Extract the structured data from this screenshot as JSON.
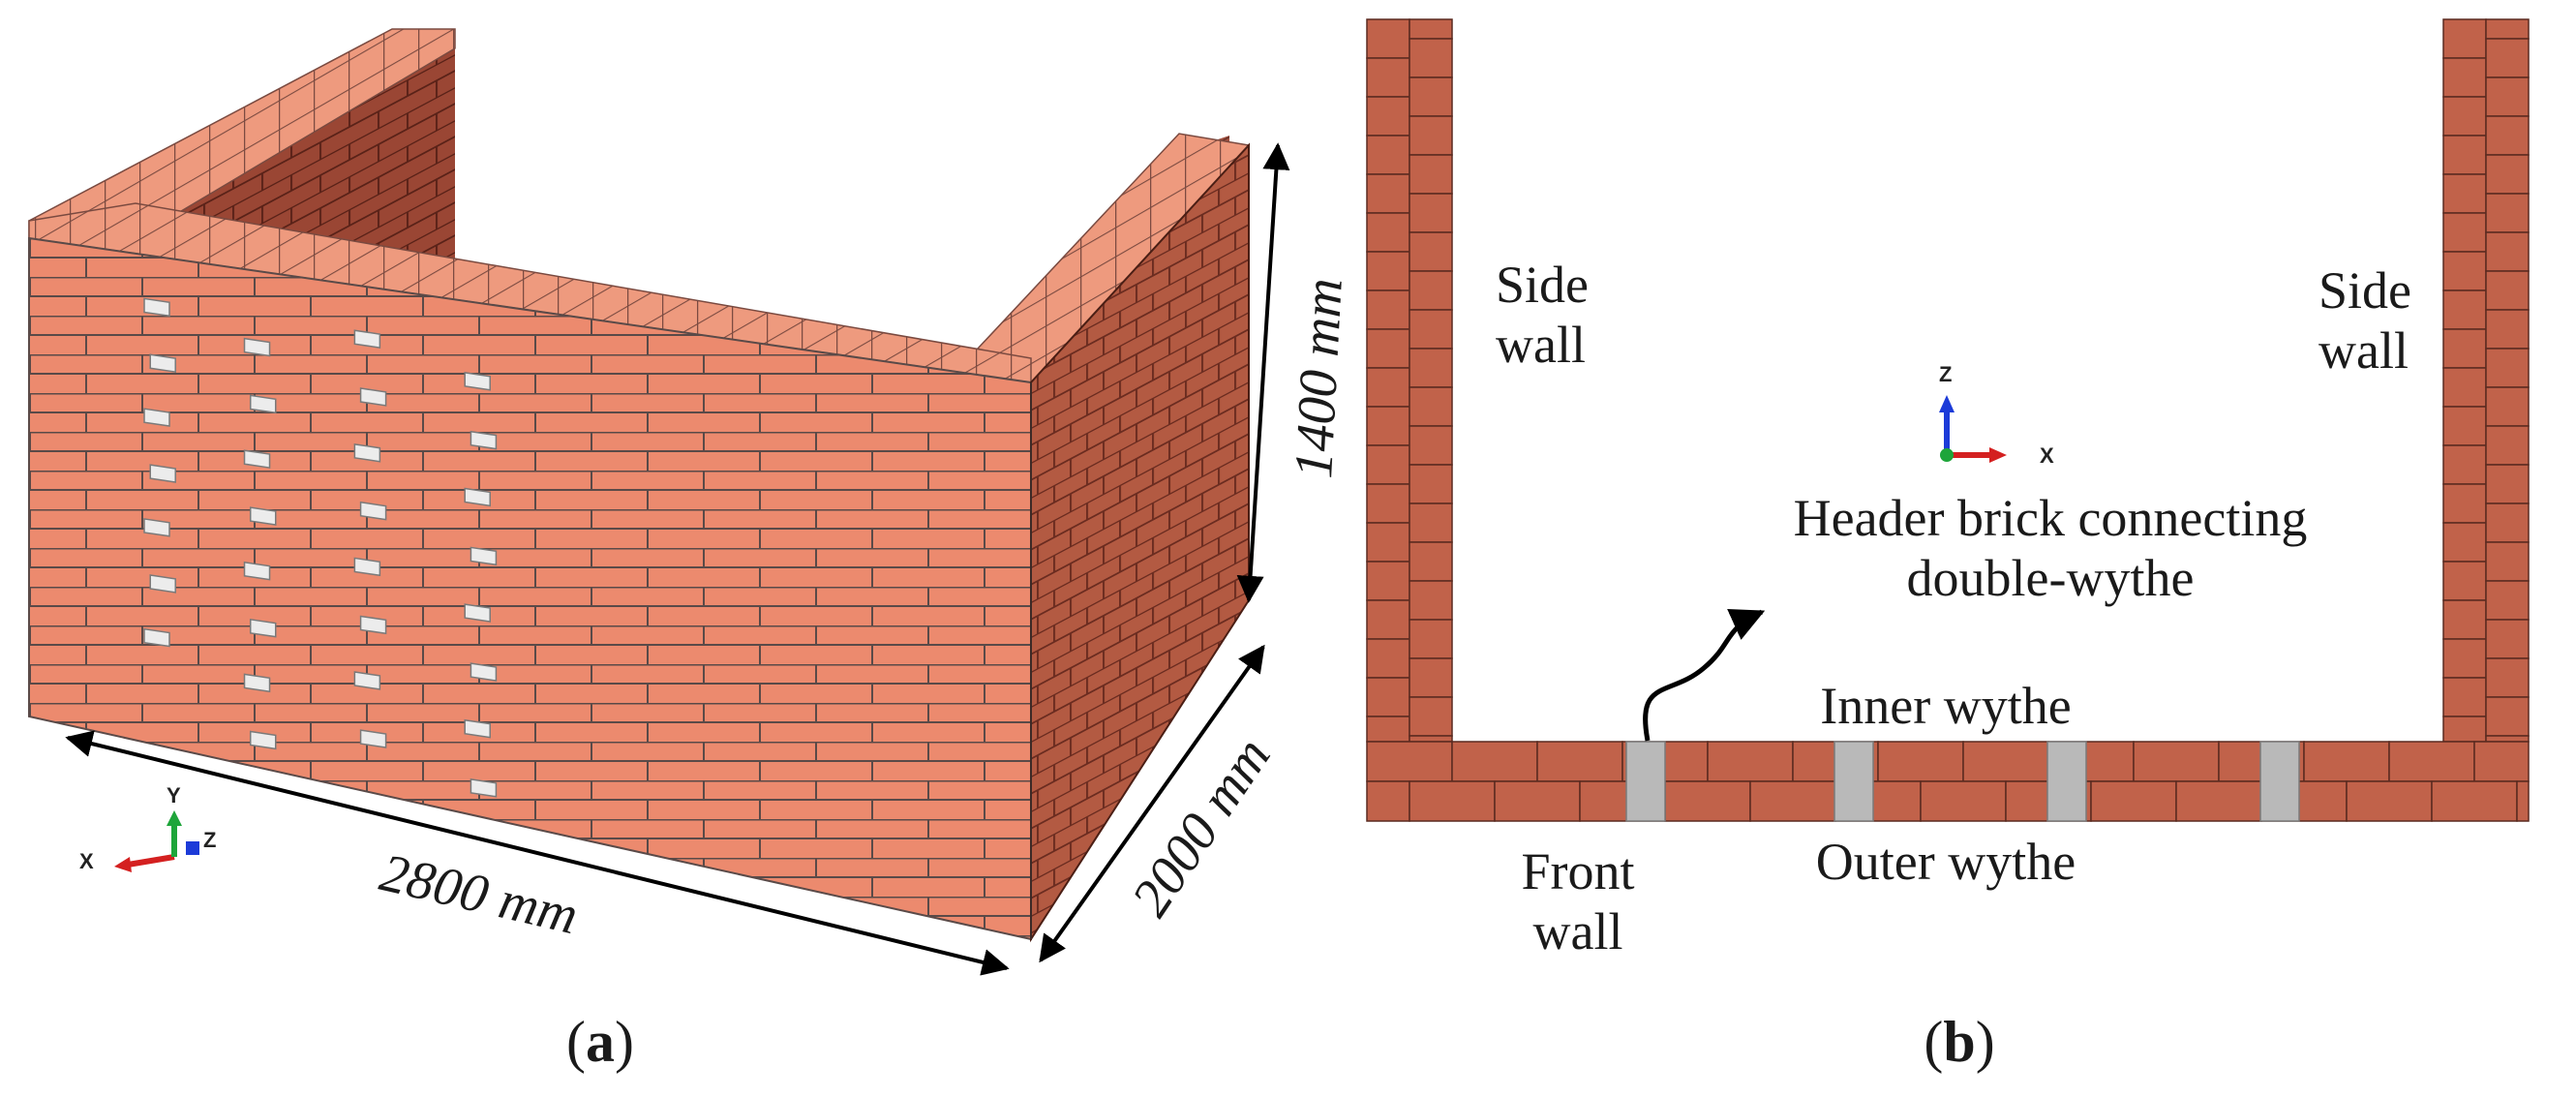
{
  "panel_a": {
    "caption_open": "(",
    "caption_letter": "a",
    "caption_close": ")",
    "dim_width": "2800 mm",
    "dim_depth": "2000 mm",
    "dim_height": "1400 mm",
    "axis_x": "X",
    "axis_y": "Y",
    "axis_z": "Z"
  },
  "panel_b": {
    "caption_open": "(",
    "caption_letter": "b",
    "caption_close": ")",
    "side_wall_left": [
      "Side",
      "wall"
    ],
    "side_wall_right": [
      "Side",
      "wall"
    ],
    "front_wall": [
      "Front",
      "wall"
    ],
    "header_note": [
      "Header brick connecting",
      "double-wythe"
    ],
    "inner_wythe": "Inner wythe",
    "outer_wythe": "Outer wythe",
    "axis_z": "Z",
    "axis_x": "X"
  },
  "colors": {
    "brick_front": "#ec8a6e",
    "brick_top": "#f09a7e",
    "brick_side": "#b75e45",
    "brick_dark": "#8a4030",
    "mortar": "#5a4a48",
    "plan_brick": "#c1624a",
    "header_brick": "#b9b9b9",
    "axis_x": "#d42020",
    "axis_y": "#1ea53a",
    "axis_z": "#1c3bd8"
  }
}
